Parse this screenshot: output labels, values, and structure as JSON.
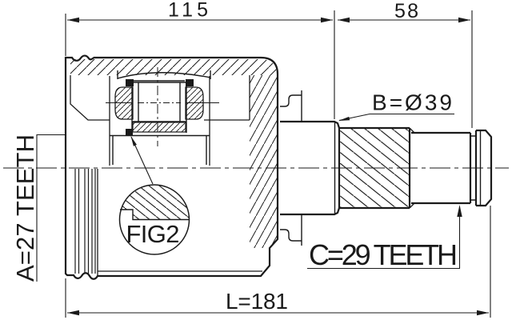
{
  "diagram": {
    "type": "cv-joint-technical-drawing",
    "colors": {
      "line": "#1a1a1a",
      "background": "#ffffff"
    },
    "dim_115": "115",
    "dim_58": "58",
    "dim_length": "L=181",
    "label_a": "A=27 TEETH",
    "label_b": "B=Ø39",
    "label_c": "C=29 TEETH",
    "fig_ref": "FIG2",
    "parsed_values": {
      "housing_width_mm": 115,
      "shaft_section_mm": 58,
      "overall_length_mm": 181,
      "a_spline_teeth": 27,
      "b_diameter_mm": 39,
      "c_spline_teeth": 29,
      "detail_figure": "FIG2"
    }
  }
}
